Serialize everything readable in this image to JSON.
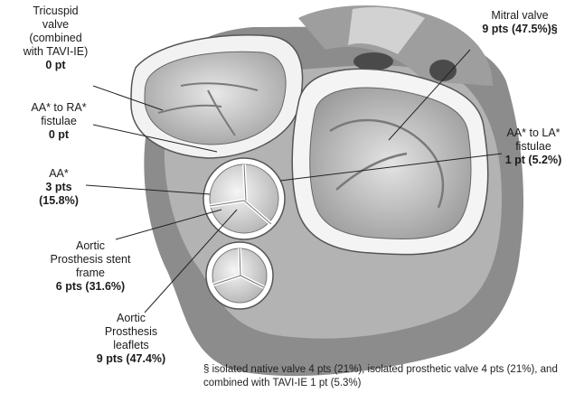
{
  "labels": {
    "tricuspid": {
      "lines": [
        "Tricuspid",
        "valve",
        "(combined",
        "with TAVI-IE)"
      ],
      "value": "0 pt"
    },
    "aa_ra": {
      "lines": [
        "AA* to RA*",
        "fistulae"
      ],
      "value": "0 pt"
    },
    "aa": {
      "lines": [
        "AA*"
      ],
      "value": "3 pts",
      "pct": "(15.8%)"
    },
    "stent": {
      "lines": [
        "Aortic",
        "Prosthesis stent",
        "frame"
      ],
      "value": "6 pts (31.6%)"
    },
    "leaflets": {
      "lines": [
        "Aortic",
        "Prosthesis",
        "leaflets"
      ],
      "value": "9 pts (47.4%)"
    },
    "mitral": {
      "lines": [
        "Mitral valve"
      ],
      "value": "9 pts (47.5%)§"
    },
    "aa_la": {
      "lines": [
        "AA* to LA*",
        "fistulae"
      ],
      "value": "1 pt (5.2%)"
    }
  },
  "footnote": "§ isolated native valve 4 pts (21%), isolated prosthetic valve  4 pts (21%), and combined with TAVI-IE 1 pt (5.3%)",
  "colors": {
    "base": "#8a8a8a",
    "mid": "#b8b8b8",
    "light": "#dedede",
    "rim": "#f4f4f4",
    "stroke": "#5a5a5a",
    "leader": "#222222"
  }
}
